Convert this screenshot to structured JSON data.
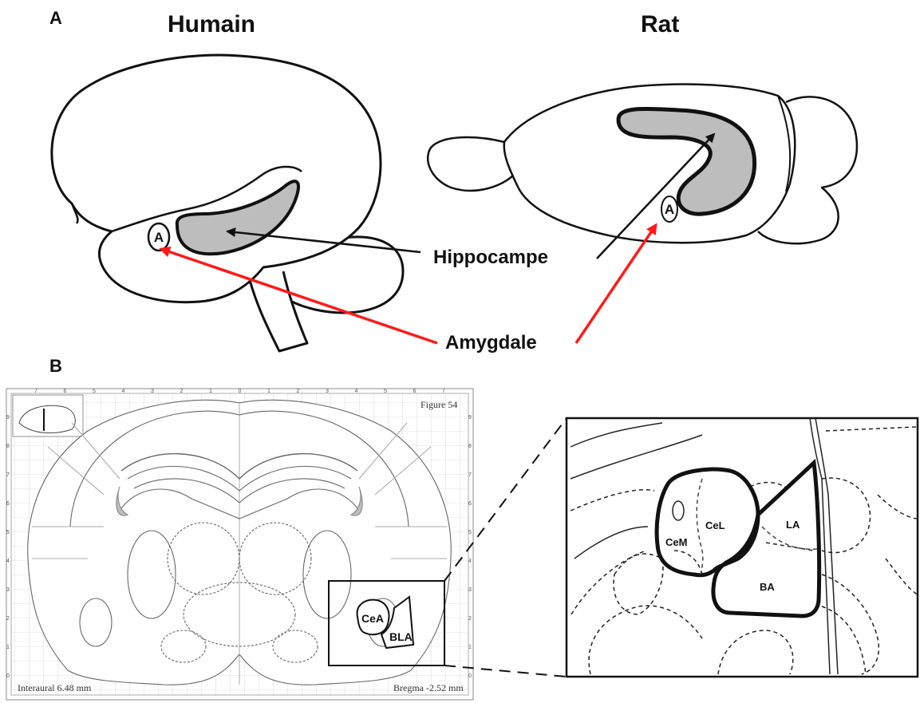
{
  "panel_a": {
    "letter": "A",
    "human_title": "Humain",
    "rat_title": "Rat",
    "amygdala_marker": "A",
    "hippocampus_label": "Hippocampe",
    "amygdala_label": "Amygdale",
    "colors": {
      "arrow_red": "#ff1a1a",
      "hippocampus_fill": "#bdbdbd",
      "outline": "#111111"
    }
  },
  "panel_b": {
    "letter": "B",
    "atlas": {
      "figure_label": "Figure 54",
      "interaural": "Interaural 6.48 mm",
      "bregma": "Bregma -2.52 mm",
      "top_ticks": [
        "7",
        "6",
        "5",
        "4",
        "3",
        "2",
        "1",
        "0",
        "1",
        "2",
        "3",
        "4",
        "5",
        "6",
        "7"
      ],
      "side_ticks": [
        "9",
        "8",
        "7",
        "6",
        "5",
        "4",
        "3",
        "2",
        "1",
        "0"
      ],
      "region_cea": "CeA",
      "region_bla": "BLA"
    },
    "zoom": {
      "cem": "CeM",
      "cel": "CeL",
      "la": "LA",
      "ba": "BA"
    }
  }
}
